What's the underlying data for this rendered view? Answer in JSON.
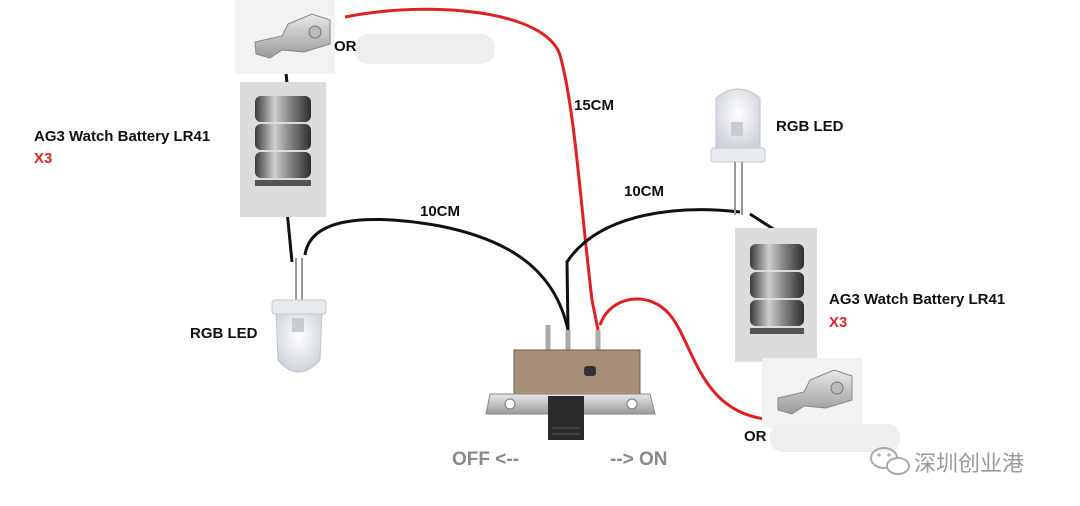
{
  "labels": {
    "or_top": "OR",
    "or_bottom": "OR",
    "battery_left_name": "AG3 Watch Battery LR41",
    "battery_left_qty": "X3",
    "battery_right_name": "AG3 Watch Battery LR41",
    "battery_right_qty": "X3",
    "led_left": "RGB LED",
    "led_right": "RGB LED",
    "wire_left": "10CM",
    "wire_right": "10CM",
    "wire_red": "15CM",
    "switch_off": "OFF <--",
    "switch_on": "--> ON",
    "watermark": "深圳创业港"
  },
  "colors": {
    "red_wire": "#e02020",
    "black_wire": "#111111",
    "accent_text": "#d62828"
  },
  "icons": [
    "battery-clip-icon",
    "battery-stack-icon",
    "rgb-led-icon",
    "slide-switch-icon",
    "wechat-icon"
  ]
}
